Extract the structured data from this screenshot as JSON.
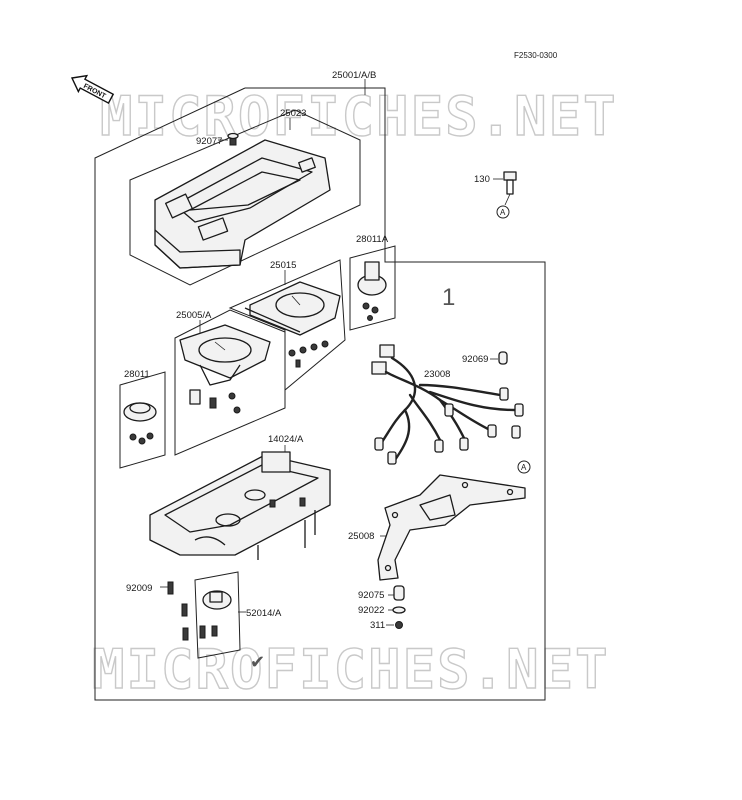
{
  "drawing_code": "F2530-0300",
  "front_label": "FRONT",
  "watermark": "MICROFICHES.NET",
  "ref_marks": {
    "a_marker": "A"
  },
  "handwritten": {
    "one": "1",
    "check": "✔"
  },
  "parts": {
    "p25001": "25001/A/B",
    "p25023": "25023",
    "p92077": "92077",
    "p130": "130",
    "p28011A": "28011A",
    "p25015": "25015",
    "p25005A": "25005/A",
    "p92069": "92069",
    "p23008": "23008",
    "p28011": "28011",
    "p14024A": "14024/A",
    "p25008": "25008",
    "p92009": "92009",
    "p52014A": "52014/A",
    "p92075": "92075",
    "p92022": "92022",
    "p311": "311"
  }
}
